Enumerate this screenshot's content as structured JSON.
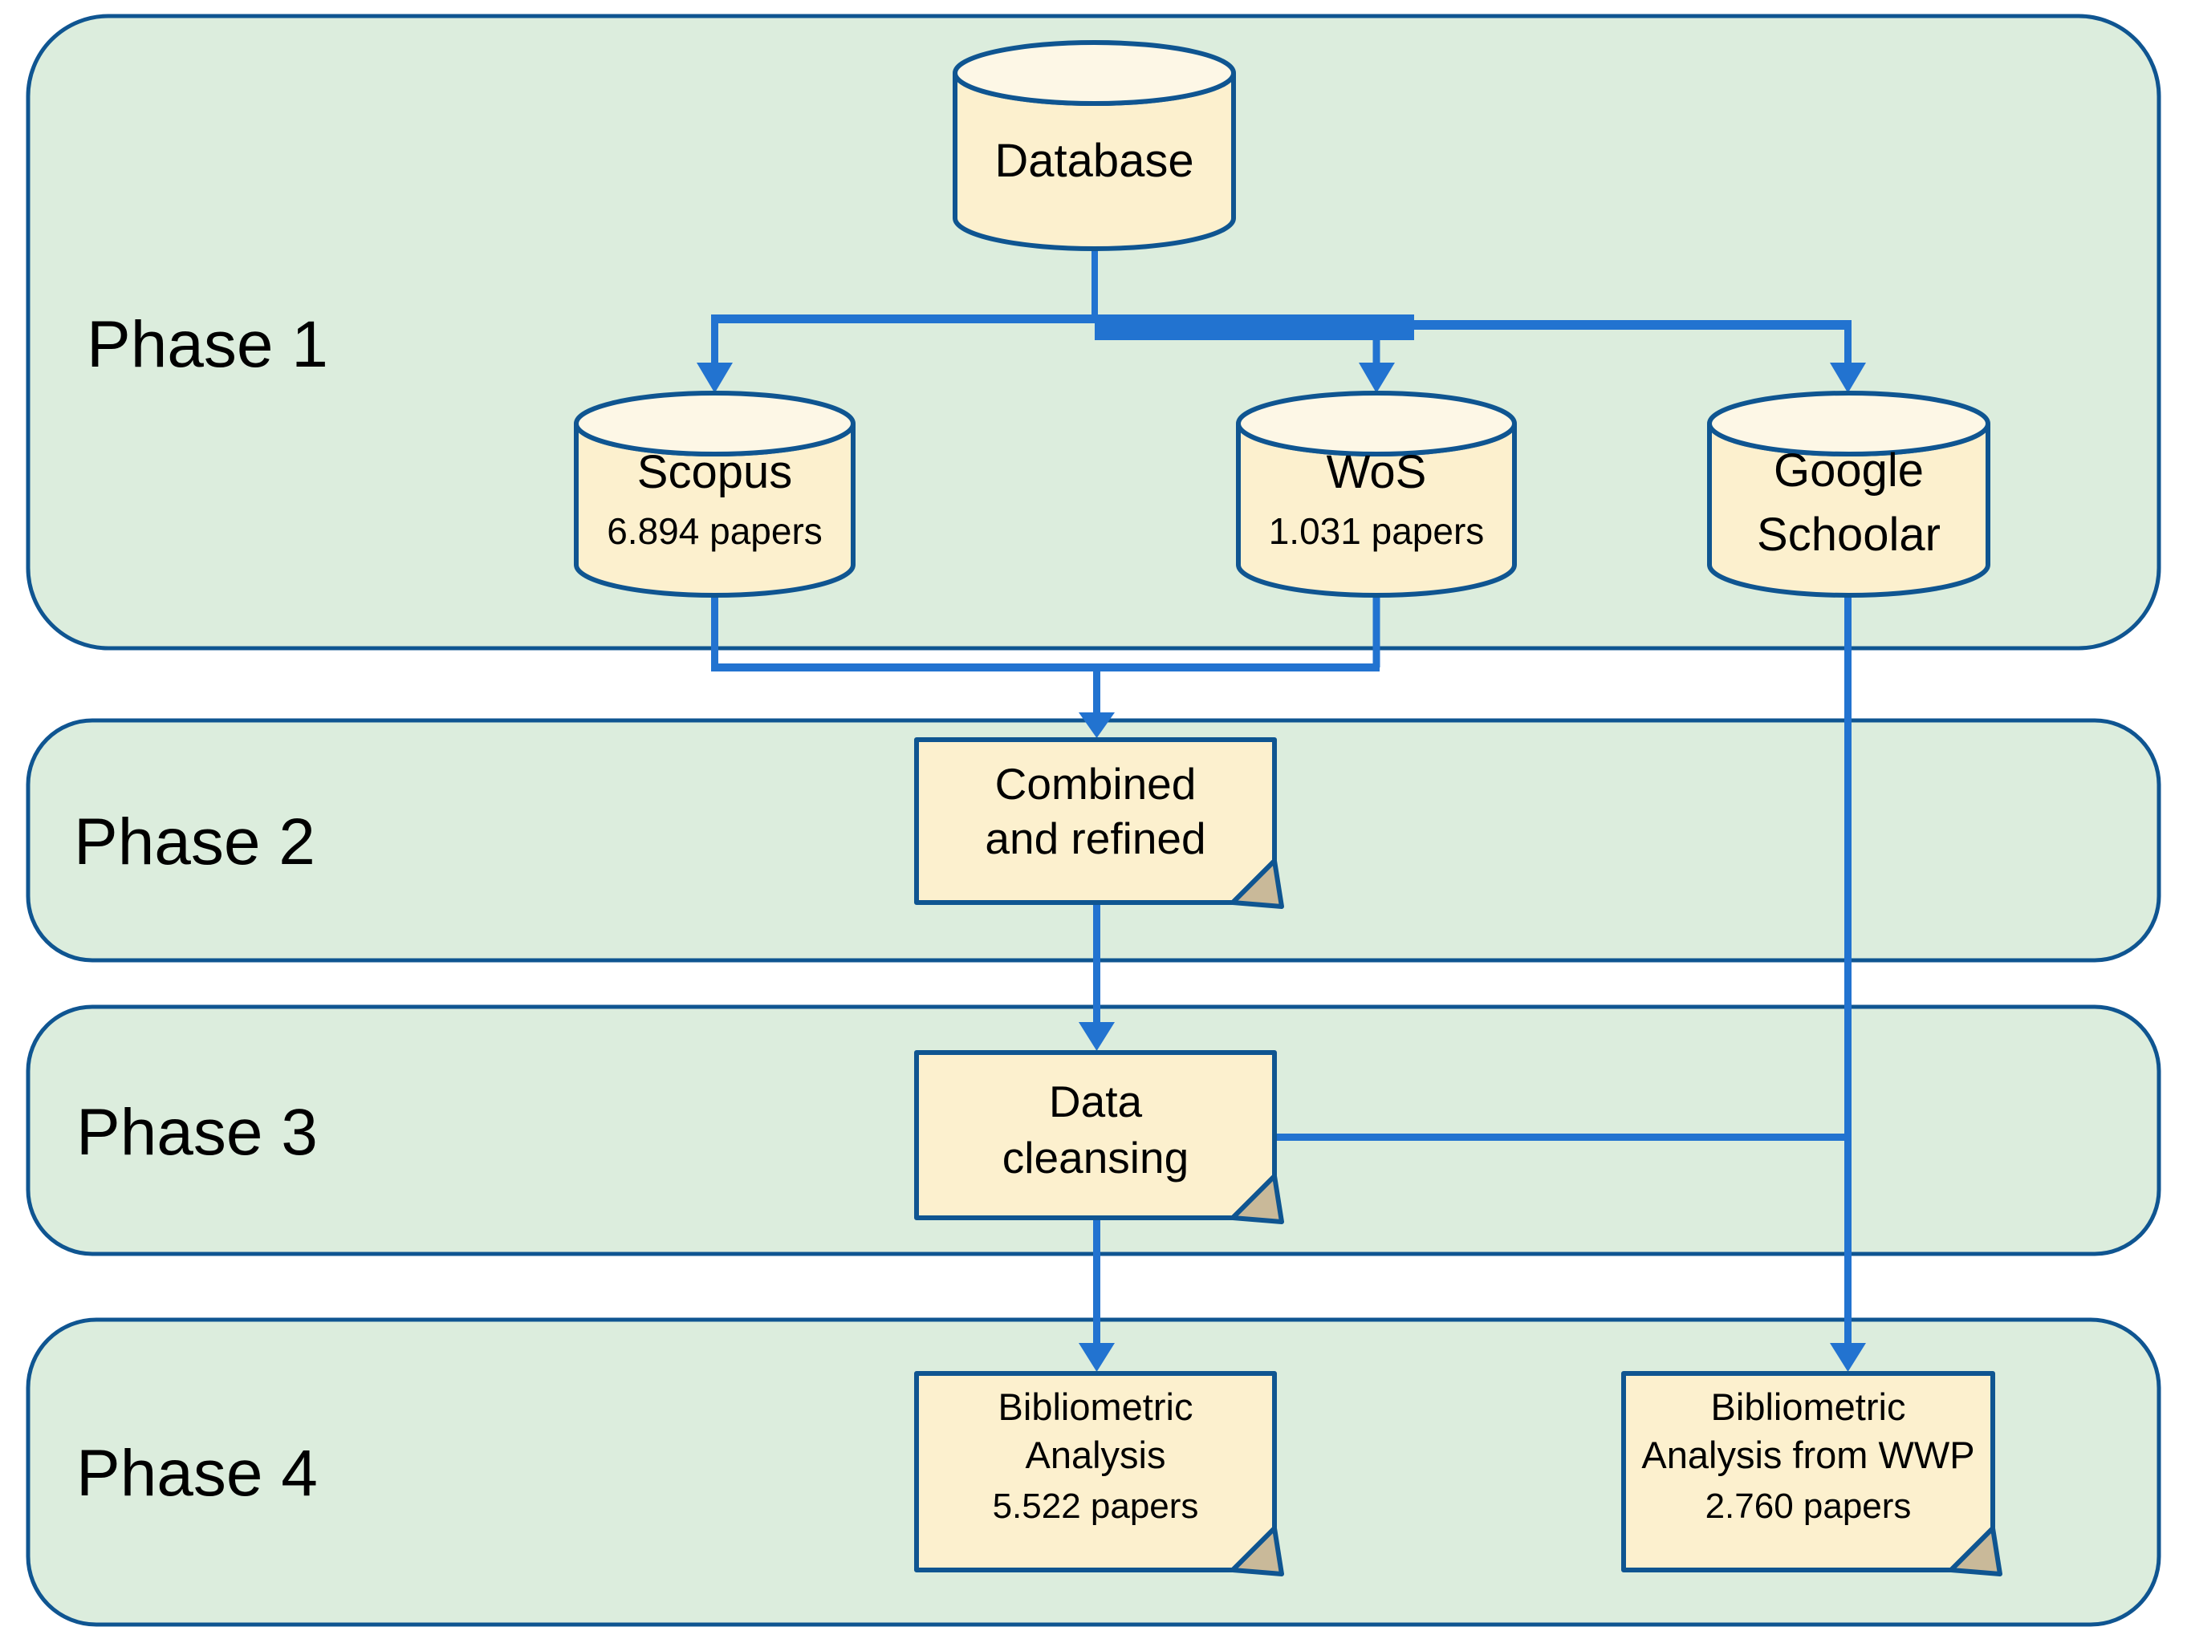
{
  "diagram": {
    "phases": {
      "phase1": "Phase 1",
      "phase2": "Phase 2",
      "phase3": "Phase 3",
      "phase4": "Phase 4"
    },
    "nodes": {
      "database": {
        "label": "Database"
      },
      "scopus": {
        "label": "Scopus",
        "count": "6.894 papers"
      },
      "wos": {
        "label": "WoS",
        "count": "1.031 papers"
      },
      "google_scholar": {
        "line1": "Google",
        "line2": "Schoolar"
      },
      "combined": {
        "line1": "Combined",
        "line2": "and refined"
      },
      "data_cleansing": {
        "line1": "Data",
        "line2": "cleansing"
      },
      "bibliometric_analysis": {
        "line1": "Bibliometric",
        "line2": "Analysis",
        "count": "5.522 papers"
      },
      "bibliometric_analysis_wwp": {
        "line1": "Bibliometric",
        "line2": "Analysis from WWP",
        "count": "2.760 papers"
      }
    },
    "colors": {
      "phase_fill": "#DCEDDD",
      "phase_border": "#0F5591",
      "node_fill": "#FCF0CE",
      "node_top_fill": "#FDF7E6",
      "node_border": "#0F5591",
      "connector": "#2273D0",
      "fold": "#C9B999",
      "text": "#000000",
      "background": "#FFFFFF"
    }
  }
}
